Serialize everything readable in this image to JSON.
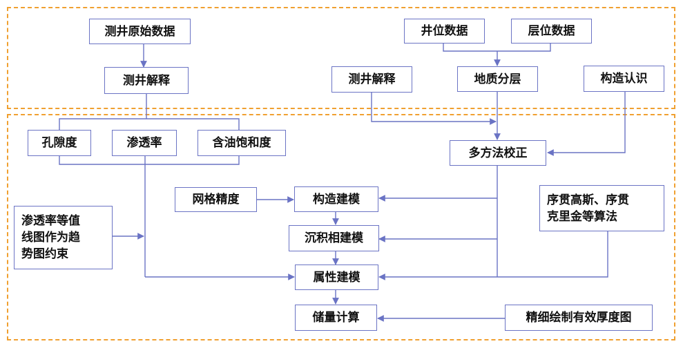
{
  "colors": {
    "frame": "#F0A030",
    "box_border": "#6A73C4",
    "arrow": "#6A73C4"
  },
  "nodes": {
    "raw_log_data": "测井原始数据",
    "log_interp_left": "测井解释",
    "well_position_data": "井位数据",
    "horizon_data": "层位数据",
    "log_interp_right": "测井解释",
    "geo_layering": "地质分层",
    "structure_knowledge": "构造认识",
    "porosity": "孔隙度",
    "permeability": "渗透率",
    "oil_saturation": "含油饱和度",
    "multi_method_correction": "多方法校正",
    "grid_precision": "网格精度",
    "structure_modeling": "构造建模",
    "permeability_contour": "渗透率等值\n线图作为趋\n势图约束",
    "sedimentary_facies_modeling": "沉积相建模",
    "sgs_algorithms": "序贯高斯、序贯\n克里金等算法",
    "property_modeling": "属性建模",
    "reserve_calculation": "储量计算",
    "effective_thickness_map": "精细绘制有效厚度图"
  }
}
